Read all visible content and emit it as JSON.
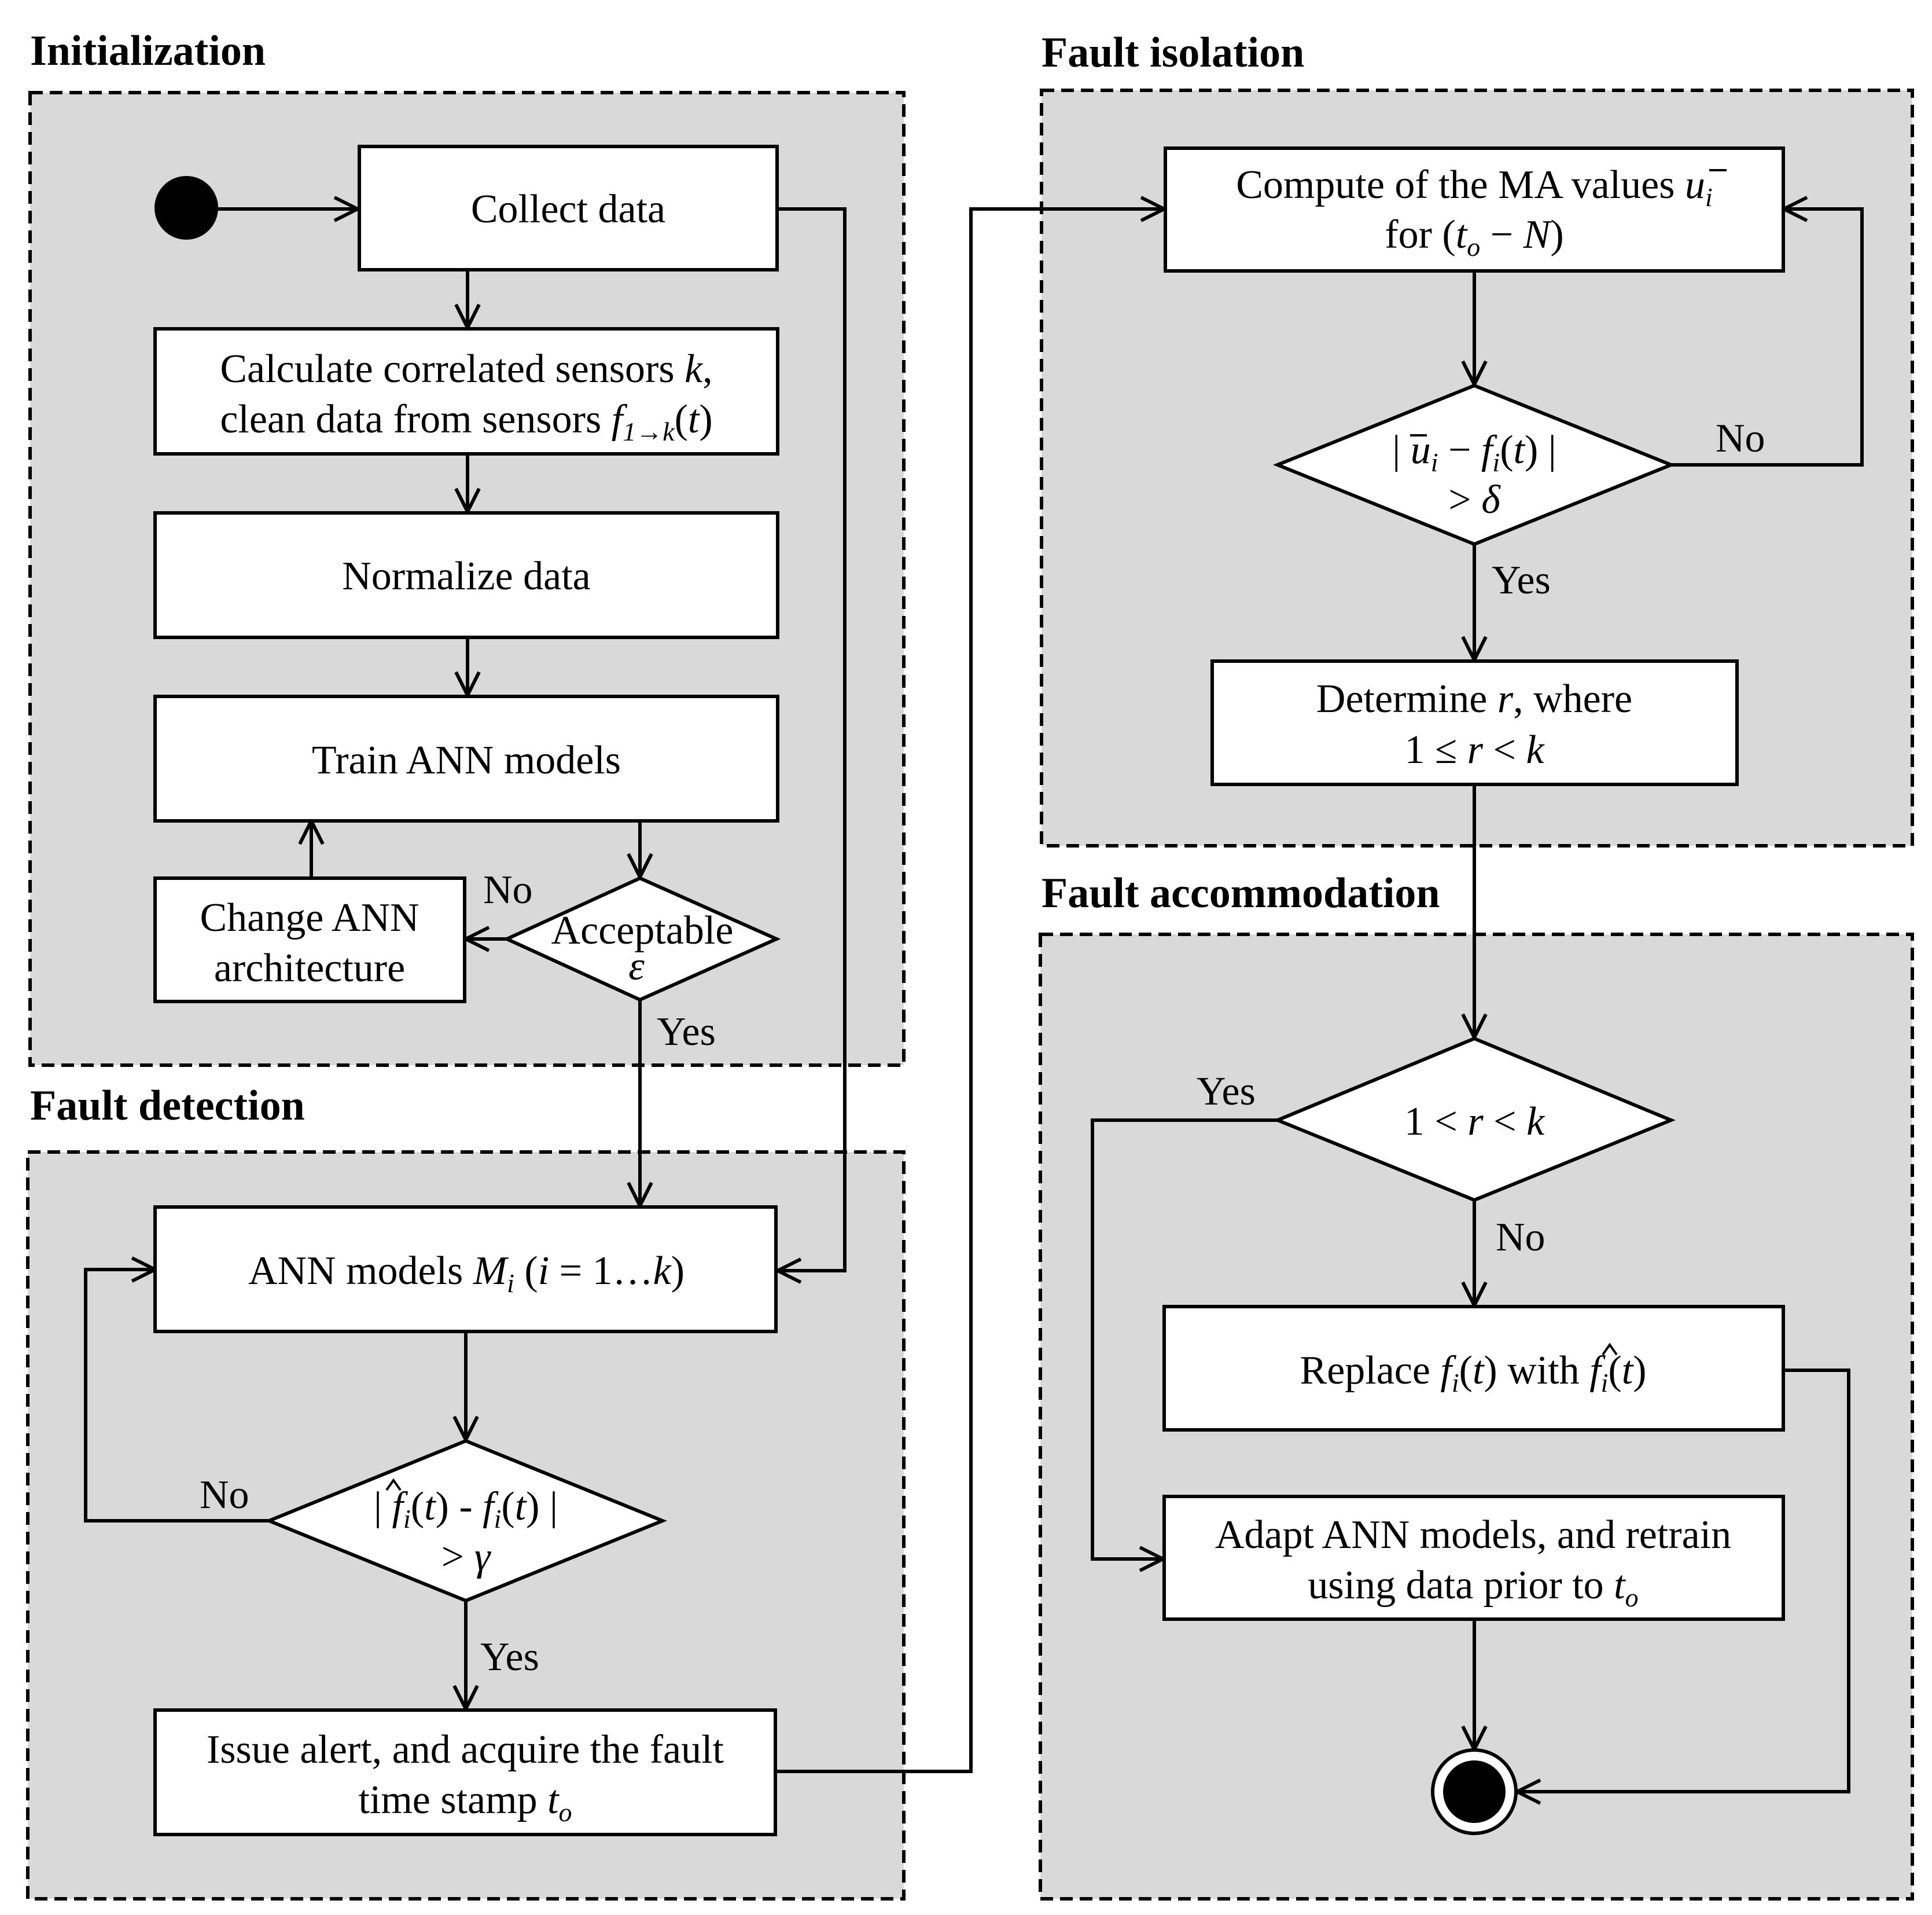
{
  "panels": {
    "initialization": "Initialization",
    "fault_detection": "Fault detection",
    "fault_isolation": "Fault isolation",
    "fault_accommodation": "Fault accommodation"
  },
  "nodes": {
    "collect_data": "Collect data",
    "calc_sensors": {
      "line1": "Calculate correlated sensors ",
      "line1_var": "k",
      "line1_end": ",",
      "line2": "clean data from sensors ",
      "line2_f": "f",
      "line2_sub": "1→k",
      "line2_t_open": "(",
      "line2_t": "t",
      "line2_t_close": ")"
    },
    "normalize": "Normalize data",
    "train": "Train ANN models",
    "change_arch": {
      "line1": "Change ANN",
      "line2": "architecture"
    },
    "acceptable": {
      "line1": "Acceptable",
      "line2": "ε"
    },
    "ann_models": {
      "pre": "ANN models ",
      "m": "M",
      "m_sub": "i",
      "mid": " (",
      "i": "i",
      "range": " = 1…",
      "k": "k",
      "post": ")"
    },
    "gamma_check": {
      "line1_open": "| ",
      "fhat": "f",
      "fhat_sub": "i",
      "t1_open": "(",
      "t1": "t",
      "t1_close": ") - ",
      "f": "f",
      "f_sub": "i",
      "t2_open": "(",
      "t2": "t",
      "t2_close": ") |",
      "line2_op": "> ",
      "line2_sym": "γ"
    },
    "issue_alert": {
      "line1": "Issue alert, and acquire the fault",
      "line2": "time stamp ",
      "line2_var": "t",
      "line2_sub": "o"
    },
    "compute_ma": {
      "line1": "Compute of the MA values ",
      "line1_var": "u",
      "line1_sub": "i",
      "line2_pre": "for (",
      "line2_t": "t",
      "line2_sub": "o",
      "line2_minus": " − ",
      "line2_n": "N",
      "line2_post": ")"
    },
    "delta_check": {
      "line1_open": "| ",
      "u": "u",
      "u_sub": "i",
      "minus": " − ",
      "f": "f",
      "f_sub": "i",
      "t_open": "(",
      "t": "t",
      "t_close": ") |",
      "line2_op": "> ",
      "line2_sym": "δ"
    },
    "determine_r": {
      "line1_pre": "Determine ",
      "line1_var": "r",
      "line1_post": ", where",
      "line2_a": "1 ≤ ",
      "line2_r": "r",
      "line2_b": " < ",
      "line2_k": "k"
    },
    "r_range": {
      "a": "1 < ",
      "r": "r",
      "b": " < ",
      "k": "k"
    },
    "replace": {
      "pre": "Replace ",
      "f": "f",
      "f_sub": "i",
      "t_open": "(",
      "t": "t",
      "t_close": ")",
      "mid": " with ",
      "fhat": "f",
      "fhat_sub": "i",
      "t2_open": "(",
      "t2": "t",
      "t2_close": ")"
    },
    "adapt": {
      "line1": "Adapt ANN models, and retrain",
      "line2": "using data prior to ",
      "line2_var": "t",
      "line2_sub": "o"
    }
  },
  "edge_labels": {
    "acceptable_no": "No",
    "acceptable_yes": "Yes",
    "gamma_no": "No",
    "gamma_yes": "Yes",
    "delta_no": "No",
    "delta_yes": "Yes",
    "range_yes": "Yes",
    "range_no": "No"
  }
}
